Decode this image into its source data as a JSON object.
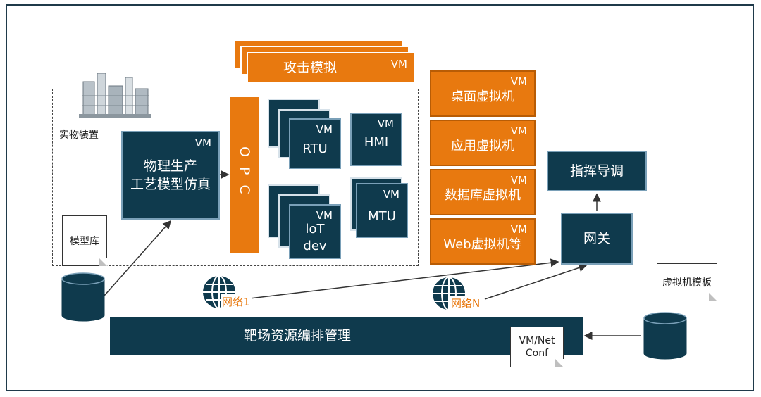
{
  "labels": {
    "vm": "VM",
    "physical_device": "实物装置",
    "physical_sim": "物理生产\n工艺模型仿真",
    "opc": "OPC",
    "rtu": "RTU",
    "hmi": "HMI",
    "iot": "loT\ndev",
    "mtu": "MTU",
    "attack_sim": "攻击模拟",
    "desktop_vm": "桌面虚拟机",
    "app_vm": "应用虚拟机",
    "db_vm": "数据库虚拟机",
    "web_vm": "Web虚拟机等",
    "command": "指挥导调",
    "gateway": "网关",
    "model_lib": "模型库",
    "vm_template": "虚拟机模板",
    "network1": "网络1",
    "networkN": "网络N",
    "range_mgmt": "靶场资源编排管理",
    "vm_net_conf": "VM/Net\nConf"
  },
  "icons": [
    "industrial-plant-icon",
    "globe-network-icon",
    "database-cylinder-icon",
    "document-icon",
    "arrow-icon"
  ],
  "colors": {
    "navy": "#0f3a4d",
    "orange": "#e8790f",
    "border_light": "#7aa0b8",
    "frame": "#1f3a4a"
  }
}
